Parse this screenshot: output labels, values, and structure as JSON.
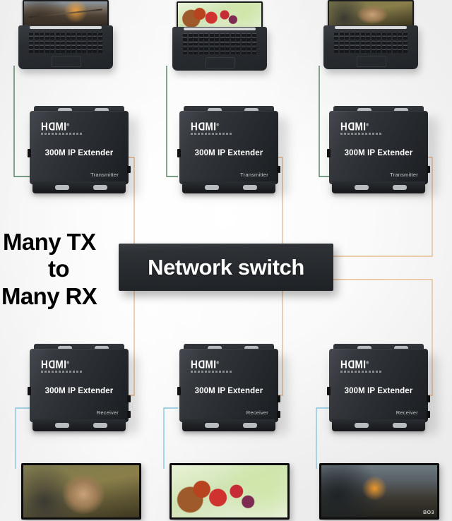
{
  "diagram": {
    "caption": {
      "line1": "Many TX",
      "line2": "to",
      "line3": "Many RX"
    },
    "network_switch": {
      "label": "Network switch"
    },
    "device_common": {
      "brand": "HDMI",
      "model": "300M IP Extender"
    },
    "transmitters": [
      {
        "brand": "HDMI",
        "model": "300M IP Extender",
        "role": "Transmitter"
      },
      {
        "brand": "HDMI",
        "model": "300M IP Extender",
        "role": "Transmitter"
      },
      {
        "brand": "HDMI",
        "model": "300M IP Extender",
        "role": "Transmitter"
      }
    ],
    "receivers": [
      {
        "brand": "HDMI",
        "model": "300M IP Extender",
        "role": "Receiver"
      },
      {
        "brand": "HDMI",
        "model": "300M IP Extender",
        "role": "Receiver"
      },
      {
        "brand": "HDMI",
        "model": "300M IP Extender",
        "role": "Receiver"
      }
    ],
    "sources": [
      {
        "device": "laptop",
        "screen_content": "video game battlefield scene"
      },
      {
        "device": "laptop",
        "screen_content": "basket of strawberries and berries"
      },
      {
        "device": "laptop",
        "screen_content": "squirrel on a ledge"
      }
    ],
    "displays": [
      {
        "device": "monitor",
        "screen_content": "squirrel on a railing",
        "watermark": ""
      },
      {
        "device": "monitor",
        "screen_content": "basket of strawberries and berries",
        "watermark": ""
      },
      {
        "device": "monitor",
        "screen_content": "first person shooter game scene",
        "watermark": "BO3"
      }
    ],
    "colors": {
      "source_link": "#4f7f5e",
      "network_link": "#e8bb92",
      "display_link": "#86c6e0",
      "device_body": "#2a2e33",
      "background": "#f4f4f4"
    }
  }
}
